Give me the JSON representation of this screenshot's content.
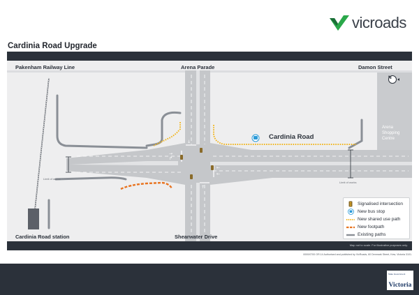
{
  "brand": {
    "logo_text": "vicroads"
  },
  "page_title": "Cardinia Road Upgrade",
  "map": {
    "name": "Cardinia Road",
    "streets": {
      "top_left": "Pakenham Railway Line",
      "top_center": "Arena Parade",
      "top_right": "Damon Street",
      "bottom_left": "Cardinia Road station",
      "bottom_center": "Shearwater Drive"
    },
    "place": {
      "line1": "Arena",
      "line2": "Shopping",
      "line3": "Centre"
    },
    "limit_of_works": "Limit of works",
    "north": "N"
  },
  "legend": {
    "items": [
      {
        "label": "Signalised intersection",
        "icon": "traffic-light-icon"
      },
      {
        "label": "New bus stop",
        "icon": "bus-stop-icon"
      },
      {
        "label": "New shared use path",
        "icon": "dotted-yellow-line",
        "color": "#f2b51c"
      },
      {
        "label": "New footpath",
        "icon": "dashed-orange-line",
        "color": "#e8731f"
      },
      {
        "label": "Existing paths",
        "icon": "grey-line",
        "color": "#8a8f96"
      }
    ]
  },
  "notes": {
    "scale": "Map not to scale. For illustrative purposes only.",
    "authorised": "0000/0700 OR.14 Authorised and published by VicRoads, 60 Denmark Street, Kew, Victoria 3101."
  },
  "footer": {
    "victoria": "Victoria",
    "state_gov": "State Government"
  },
  "colors": {
    "dark_bar": "#2b313a",
    "road": "#c5c7ca",
    "map_bg": "#eeeeef",
    "shared_path": "#f2b51c",
    "footpath": "#e8731f",
    "brand_green": "#2aa84a"
  }
}
